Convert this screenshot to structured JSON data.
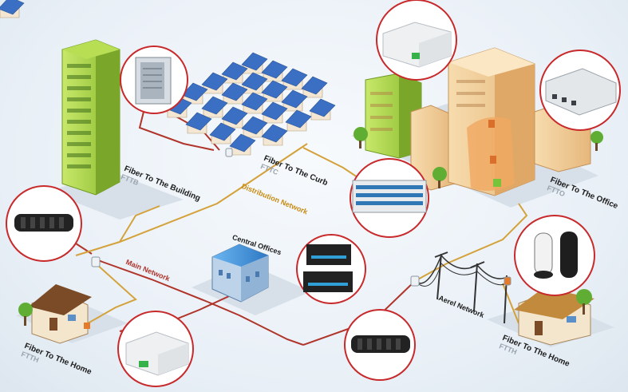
{
  "labels": {
    "fttb": {
      "title": "Fiber To The Building",
      "code": "FTTB"
    },
    "fttc": {
      "title": "Fiber To The Curb",
      "code": "FTTC"
    },
    "ftto": {
      "title": "Fiber To The Office",
      "code": "FTTO"
    },
    "ftth_left": {
      "title": "Fiber To The Home",
      "code": "FTTH"
    },
    "ftth_right": {
      "title": "Fiber To The Home",
      "code": "FTTH"
    },
    "distribution": "Distribution Network",
    "main": "Main Network",
    "central": "Central Offices",
    "aerial": "Aerel Network"
  },
  "colors": {
    "main_line": "#b0342a",
    "distribution_line": "#d4a23a",
    "callout_ring": "#c8292b",
    "building_green": "#9ccc3c",
    "roof_blue": "#3a6fc4"
  },
  "icons": [
    "fiber-closure-icon",
    "outdoor-cabinet-icon",
    "wall-box-icon",
    "terminal-box-icon",
    "patch-panel-icon",
    "odf-rack-icon",
    "aerial-closure-icon"
  ]
}
